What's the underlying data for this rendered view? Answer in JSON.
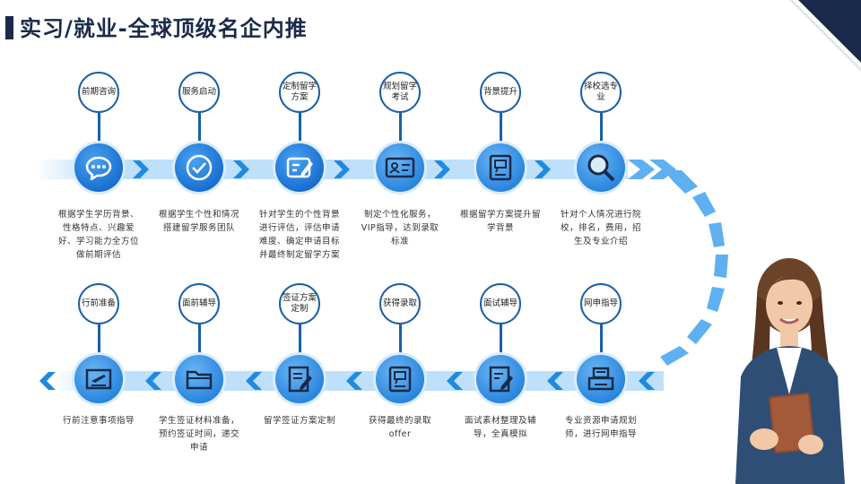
{
  "title": "实习/就业-全球顶级名企内推",
  "top_row": [
    {
      "label": "前期咨询",
      "icon": "chat-bubble-icon",
      "desc": "根据学生学历背景、性格特点、兴趣爱好、学习能力全方位做前期评估"
    },
    {
      "label": "服务启动",
      "icon": "checkmark-icon",
      "desc": "根据学生个性和情况搭建留学服务团队"
    },
    {
      "label": "定制留学方案",
      "icon": "edit-pen-icon",
      "desc": "针对学生的个性背景进行评估，评估申请难度、确定申请目标并最终制定留学方案"
    },
    {
      "label": "规划留学考试",
      "icon": "id-card-icon",
      "desc": "制定个性化服务，VIP指导，达到录取标准"
    },
    {
      "label": "背景提升",
      "icon": "note-board-icon",
      "desc": "根据留学方案提升留学背景"
    },
    {
      "label": "择校选专业",
      "icon": "magnifier-icon",
      "desc": "针对个人情况进行院校，排名，费用，招生及专业介绍"
    }
  ],
  "bottom_row": [
    {
      "label": "行前准备",
      "icon": "plane-ticket-icon",
      "desc": "行前注意事项指导"
    },
    {
      "label": "面前辅导",
      "icon": "folder-icon",
      "desc": "学生签证材料准备，预约签证时间，递交申请"
    },
    {
      "label": "签证方案定制",
      "icon": "document-edit-icon",
      "desc": "留学签证方案定制"
    },
    {
      "label": "获得录取",
      "icon": "message-board-icon",
      "desc": "获得最终的录取offer"
    },
    {
      "label": "面试辅导",
      "icon": "form-edit-icon",
      "desc": "面试素材整理及辅导，全真模拟"
    },
    {
      "label": "网申指导",
      "icon": "printer-icon",
      "desc": "专业资源申请规划师，进行网申指导"
    }
  ],
  "colors": {
    "primary": "#1a5fa8",
    "accent": "#1a6fd1",
    "band": "#bfe0fa",
    "title": "#1a2a4a"
  }
}
